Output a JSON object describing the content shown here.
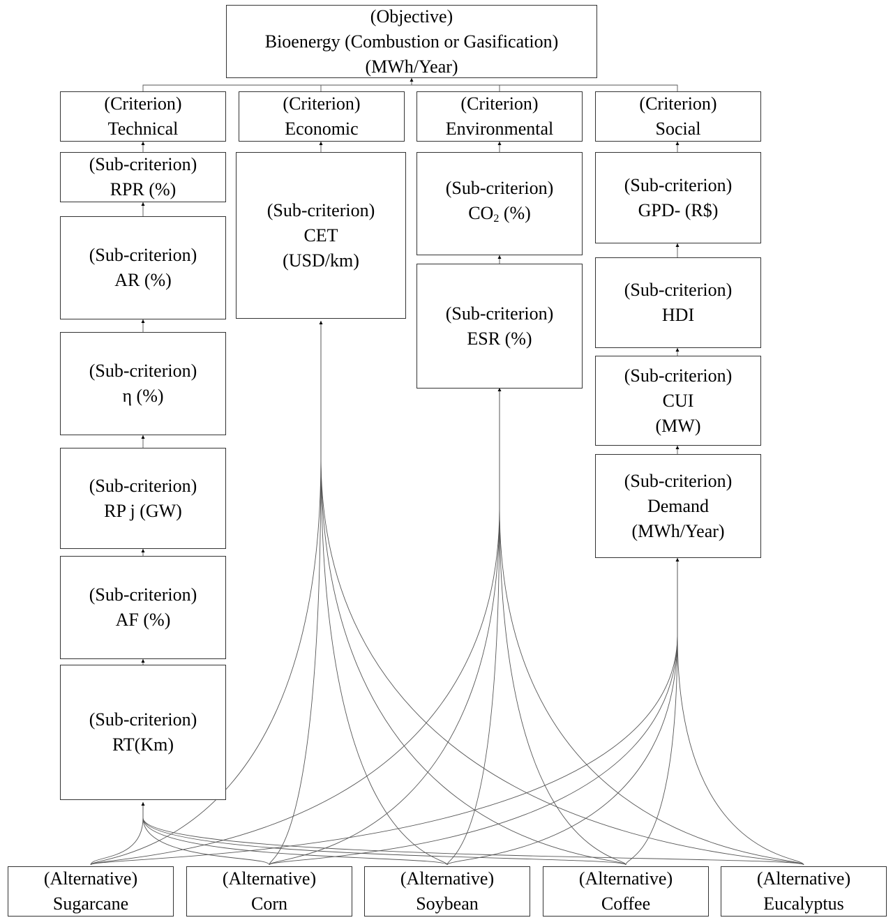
{
  "objective": {
    "tag": "(Objective)",
    "title": "Bioenergy (Combustion or Gasification)",
    "unit": "(MWh/Year)"
  },
  "criteria": [
    {
      "tag": "(Criterion)",
      "label": "Technical"
    },
    {
      "tag": "(Criterion)",
      "label": "Economic"
    },
    {
      "tag": "(Criterion)",
      "label": "Environmental"
    },
    {
      "tag": "(Criterion)",
      "label": "Social"
    }
  ],
  "sub_tag": "(Sub-criterion)",
  "technical": [
    {
      "l1": "RPR (%)"
    },
    {
      "l1": "AR (%)"
    },
    {
      "l1": "η (%)"
    },
    {
      "l1": "RP j (GW)"
    },
    {
      "l1": "AF (%)"
    },
    {
      "l1": "RT(Km)"
    }
  ],
  "economic": [
    {
      "l1": "CET",
      "l2": "(USD/km)"
    }
  ],
  "environmental": [
    {
      "l1a": "CO",
      "l1sub": "2",
      "l1b": " (%)"
    },
    {
      "l1": "ESR (%)"
    }
  ],
  "social": [
    {
      "l1": "GPD- (R$)"
    },
    {
      "l1": "HDI"
    },
    {
      "l1": "CUI",
      "l2": "(MW)"
    },
    {
      "l1": "Demand",
      "l2": "(MWh/Year)"
    }
  ],
  "alternatives": [
    {
      "tag": "(Alternative)",
      "label": "Sugarcane"
    },
    {
      "tag": "(Alternative)",
      "label": "Corn"
    },
    {
      "tag": "(Alternative)",
      "label": "Soybean"
    },
    {
      "tag": "(Alternative)",
      "label": "Coffee"
    },
    {
      "tag": "(Alternative)",
      "label": "Eucalyptus"
    }
  ]
}
